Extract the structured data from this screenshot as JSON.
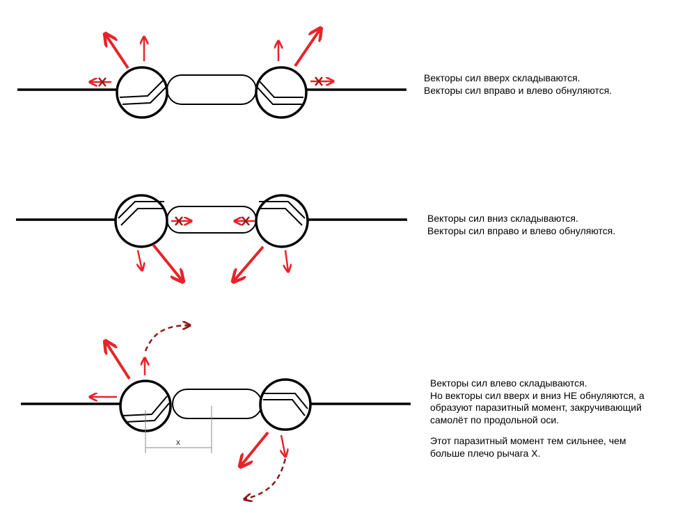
{
  "captions": {
    "panel1": "Векторы сил вверх складываются.\nВекторы сил вправо и влево обнуляются.",
    "panel2": "Векторы сил вниз складываются.\nВекторы сил вправо и влево обнуляются.",
    "panel3": "Векторы сил влево складываются.\nНо векторы сил вверх и вниз НЕ обнуляются, а\nобразуют паразитный момент, закручивающий\nсамолёт по продольной оси.",
    "panel3_note": "Этот паразитный момент тем сильнее, чем\nбольше плечо рычага X."
  },
  "labels": {
    "lever_arm": "x"
  },
  "colors": {
    "line": "#000000",
    "force": "#e8232a",
    "moment": "#8b1a1a",
    "cancel": "#a01818",
    "dim": "#888888"
  }
}
